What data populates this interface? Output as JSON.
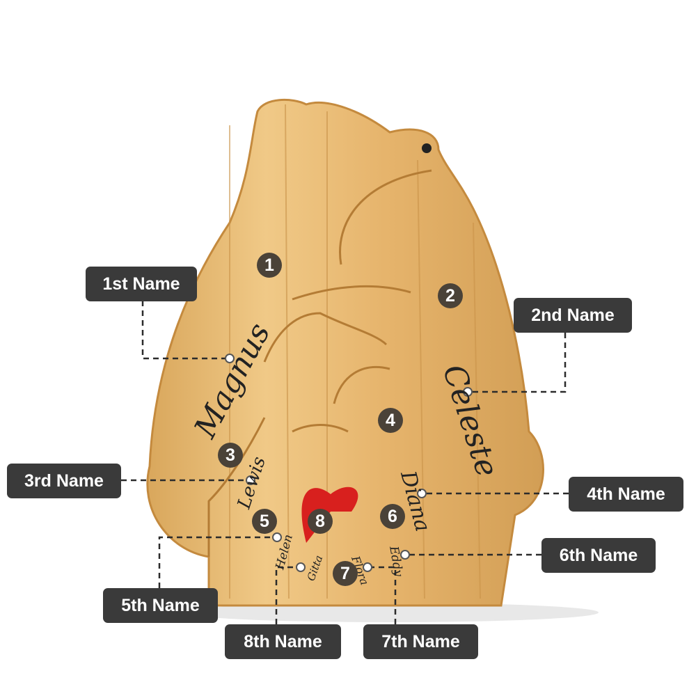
{
  "labels": [
    "1st Name",
    "2nd Name",
    "3rd Name",
    "4th Name",
    "5th Name",
    "6th Name",
    "7th Name",
    "8th Name"
  ],
  "numbers": [
    "1",
    "2",
    "3",
    "4",
    "5",
    "6",
    "7",
    "8"
  ],
  "names": {
    "n1": "Magnus",
    "n2": "Celeste",
    "n3": "Lewis",
    "n4": "Diana",
    "n5": "Helen",
    "n6": "Eddy",
    "n7": "Flora",
    "n8": "Gitta"
  },
  "colors": {
    "wood": "#e2b56e",
    "wood_dark": "#c48a3e",
    "label_bg": "#3a3a3a",
    "heart": "#d8201e"
  }
}
